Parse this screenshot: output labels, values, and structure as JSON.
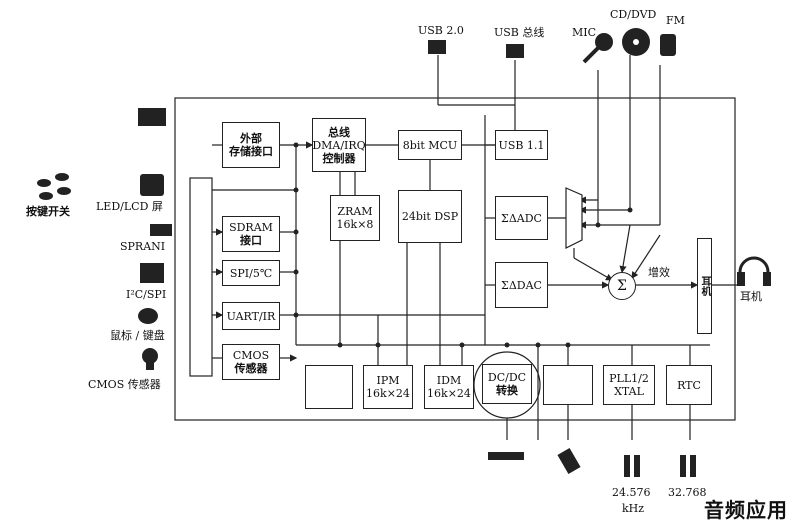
{
  "top_labels": {
    "usb20": "USB 2.0",
    "usb_bus": "USB 总线",
    "mic": "MIC",
    "cddvd": "CD/DVD",
    "fm": "FM"
  },
  "left_labels": {
    "keys": "按键开关",
    "led_lcd": "LED/LCD 屏",
    "sprani": "SPRANI",
    "i2c_spi": "I²C/SPI",
    "mouse_kb": "鼠标 / 键盘",
    "cmos_sensor": "CMOS 传感器"
  },
  "right_labels": {
    "headphone": "耳机",
    "gain": "增效",
    "earphone_block": "耳机"
  },
  "blocks": {
    "ext_mem": [
      "外部",
      "存储接口"
    ],
    "dma": [
      "总线",
      "DMA/IRQ",
      "控制器"
    ],
    "mcu": [
      "8bit MCU"
    ],
    "usb11": [
      "USB 1.1"
    ],
    "sdram": [
      "SDRAM",
      "接口"
    ],
    "zram": [
      "ZRAM",
      "16k×8"
    ],
    "dsp": [
      "24bit DSP"
    ],
    "adc": [
      "ΣΔADC"
    ],
    "spi": [
      "SPI/5℃"
    ],
    "dac": [
      "ΣΔDAC"
    ],
    "uart": [
      "UART/IR"
    ],
    "cmos": [
      "CMOS",
      "传感器"
    ],
    "ipm": [
      "IPM",
      "16k×24"
    ],
    "idm": [
      "IDM",
      "16k×24"
    ],
    "dcdc": [
      "DC/DC",
      "转换"
    ],
    "pll": [
      "PLL1/2",
      "XTAL"
    ],
    "rtc": [
      "RTC"
    ],
    "sum": [
      "Σ"
    ]
  },
  "bottom_labels": {
    "xtal1": "24.576",
    "xtal1_unit": "kHz",
    "xtal2": "32.768"
  },
  "watermark": "音频应用"
}
